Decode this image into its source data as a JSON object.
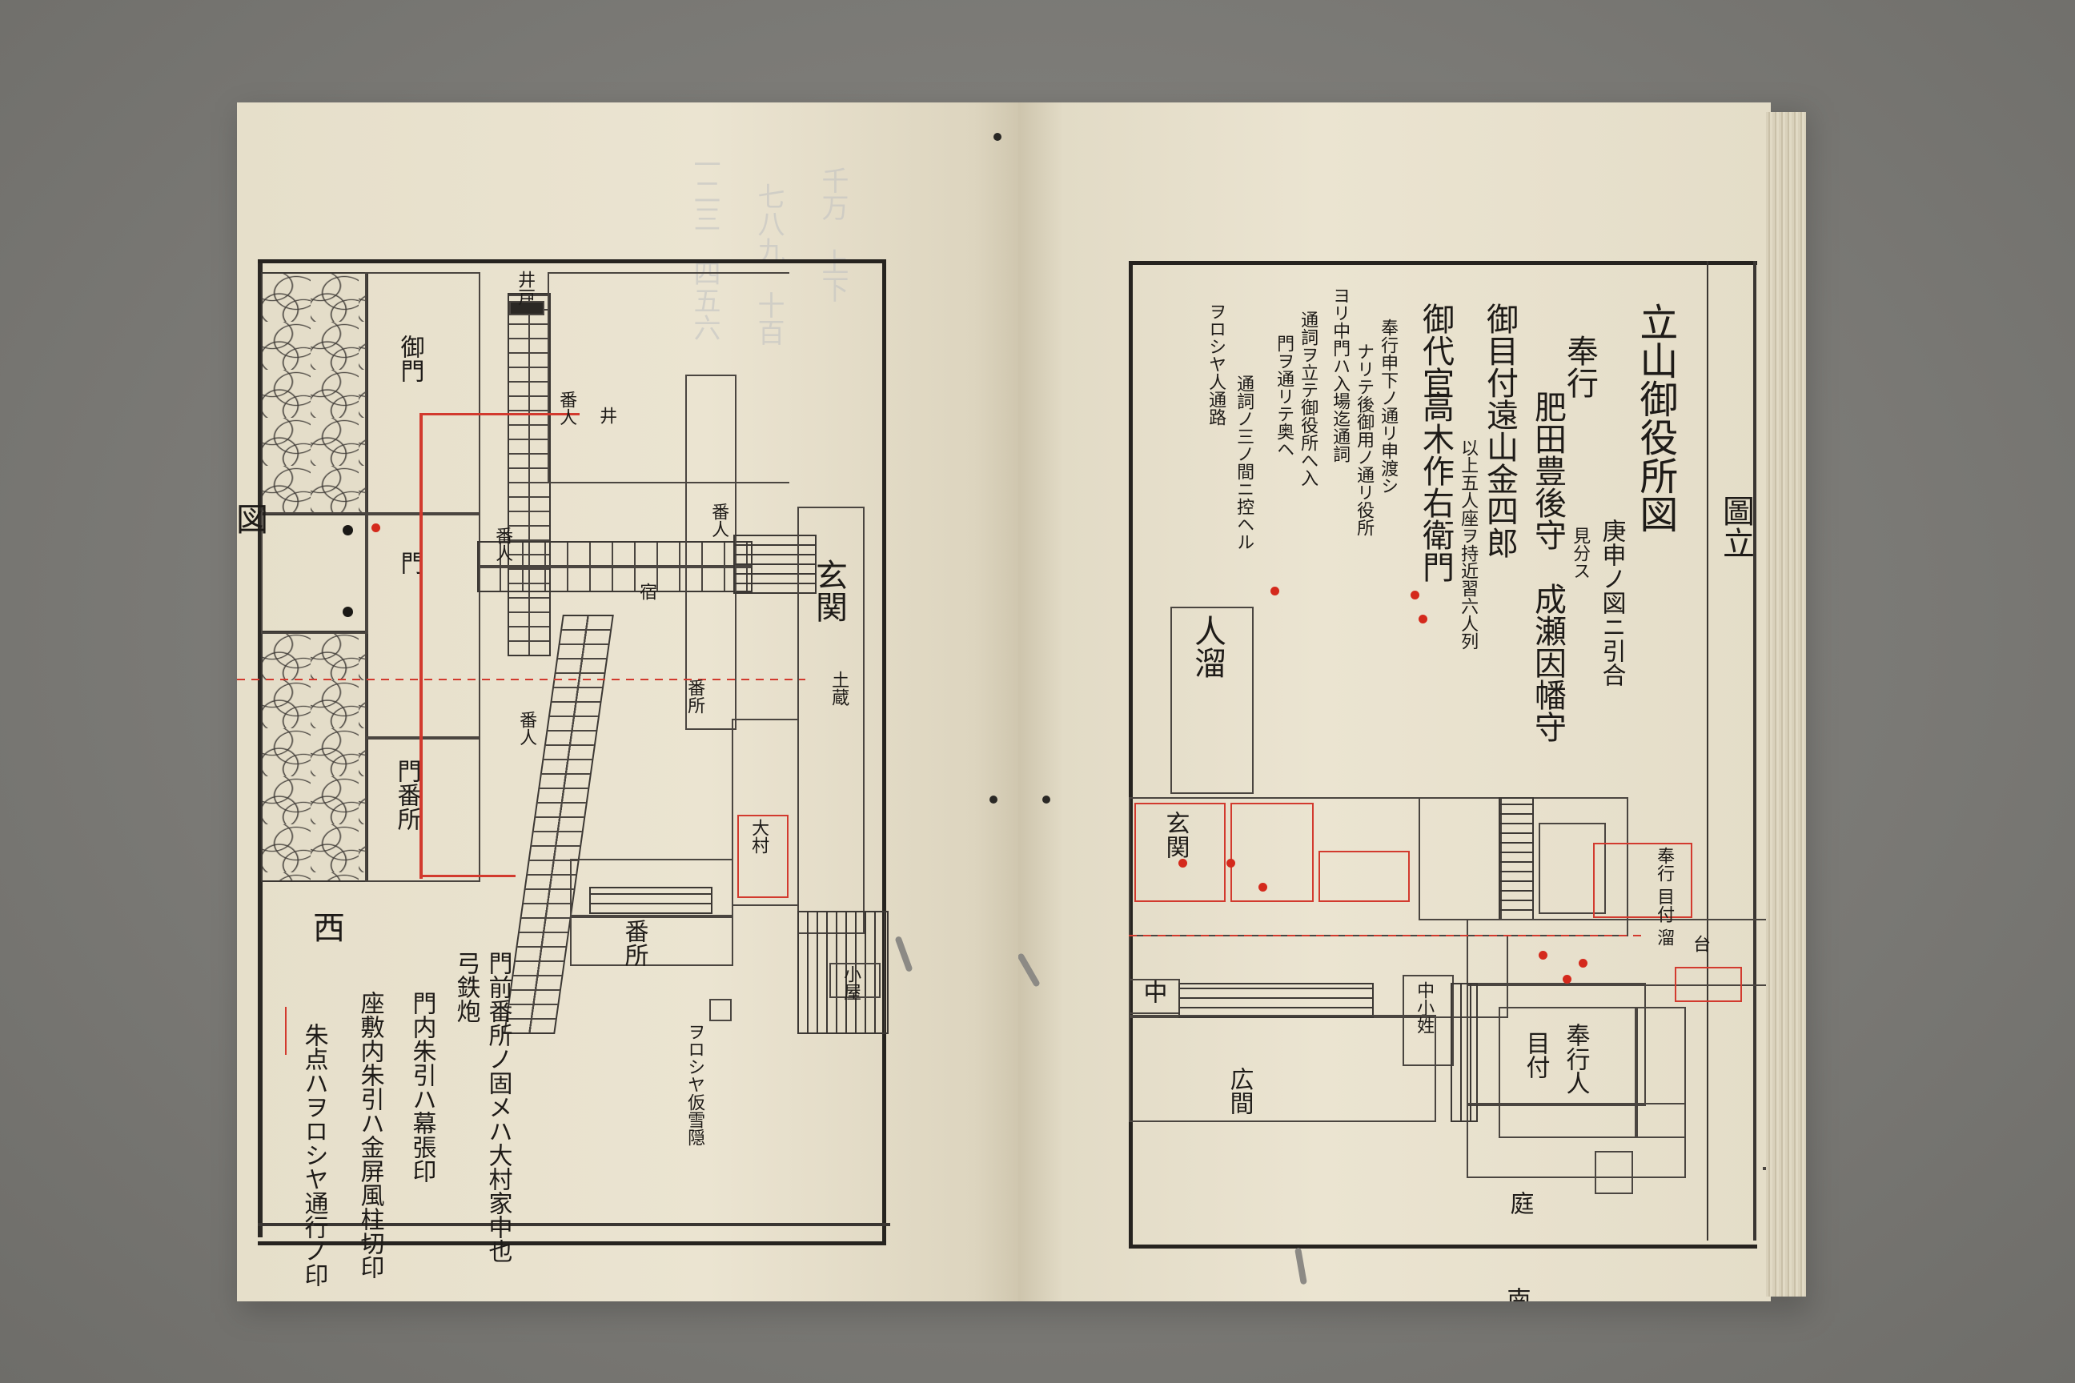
{
  "right_page": {
    "title": "立山御役所図",
    "officials": [
      {
        "role": "奉行",
        "names": "肥田豊後守　成瀬因幡守"
      },
      {
        "role": "御目付",
        "names": "遠山金四郎"
      },
      {
        "role": "御代官",
        "names": "高木作右衛門"
      }
    ],
    "notes": [
      "庚申ノ図ニ引合",
      "見分ス",
      "以上五人座ヲ持近習六人列",
      "奉行申下ノ通リ申渡シ",
      "ナリテ後御用ノ通リ役所",
      "ヨリ中門ハ入場迄通詞",
      "通詞ヲ立テ御役所へ入",
      "門ヲ通リテ奥ヘ",
      "通詞ノ三ノ間ニ控ヘル",
      "ヲロシヤ人通路"
    ],
    "rooms": [
      "人溜",
      "玄関",
      "中",
      "中小姓",
      "台",
      "広間",
      "奉行人",
      "目付",
      "庭",
      "南",
      "奉行 目付 溜"
    ],
    "margin_label": "圖立"
  },
  "left_page": {
    "rooms": [
      "御門",
      "門番所",
      "番所",
      "小屋",
      "玄関",
      "土蔵",
      "番所",
      "宿",
      "ヲロシヤ仮雪隠"
    ],
    "compass": "西",
    "edge_label": "図",
    "legend": [
      "門前番所ノ固メハ大村家中也",
      "弓鉄炮",
      "門内朱引ハ幕張印",
      "座敷内朱引ハ金屏風柱切印",
      "朱点ハヲロシヤ通行ノ印"
    ]
  }
}
